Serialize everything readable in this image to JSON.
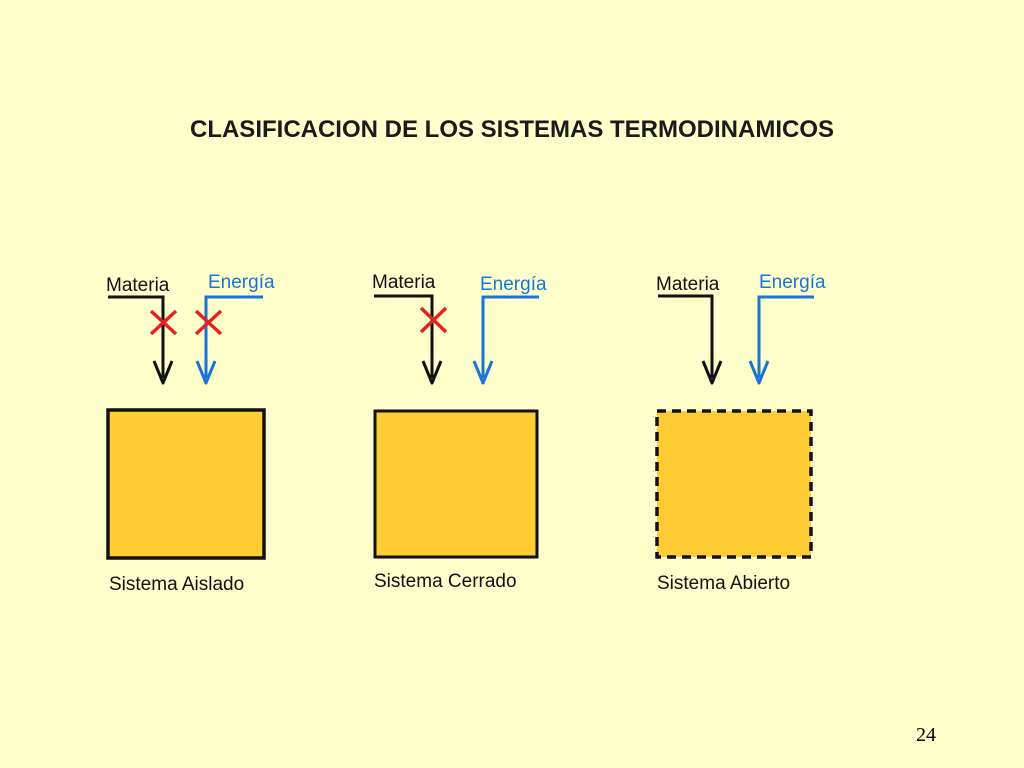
{
  "title": "CLASIFICACION DE LOS SISTEMAS TERMODINAMICOS",
  "page_number": "24",
  "colors": {
    "background": "#FFFFCC",
    "box_fill": "#FFCC33",
    "materia_arrow": "#111111",
    "energia_arrow": "#1a73d9",
    "blocked_mark": "#e52222"
  },
  "systems": [
    {
      "name": "Sistema Aislado",
      "materia_label": "Materia",
      "energia_label": "Energía",
      "materia_blocked": true,
      "energia_blocked": true,
      "boundary": "solid"
    },
    {
      "name": "Sistema Cerrado",
      "materia_label": "Materia",
      "energia_label": "Energía",
      "materia_blocked": true,
      "energia_blocked": false,
      "boundary": "solid"
    },
    {
      "name": "Sistema Abierto",
      "materia_label": "Materia",
      "energia_label": "Energía",
      "materia_blocked": false,
      "energia_blocked": false,
      "boundary": "dashed"
    }
  ]
}
